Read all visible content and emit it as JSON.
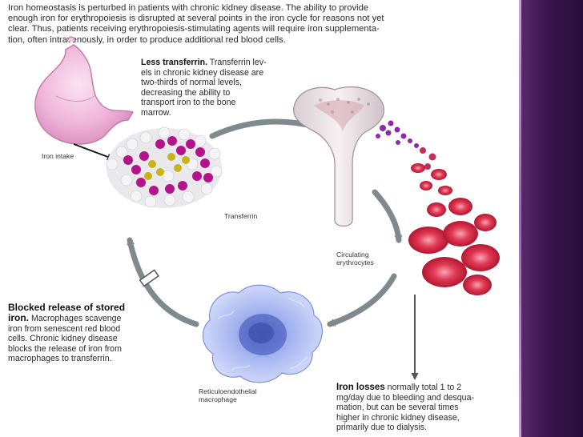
{
  "intro": {
    "lines": [
      "Iron homeostasis is perturbed in patients with chronic kidney disease. The ability to provide",
      "enough iron for erythropoiesis is disrupted at several points in the iron cycle for reasons not yet",
      "clear. Thus, patients receiving erythropoiesis-stimulating agents will require iron supplementa-",
      "tion, often intravenously, in order to produce additional red blood cells."
    ]
  },
  "less_transferrin": {
    "heading": "Less transferrin.",
    "lines": [
      "Transferrin lev-",
      "els in chronic kidney disease are",
      "two-thirds of normal levels,",
      "decreasing the ability to",
      "transport iron to the bone",
      "marrow."
    ]
  },
  "blocked_release": {
    "heading_lines": [
      "Blocked release of stored",
      "iron."
    ],
    "lines": [
      "Macrophages scavenge",
      "iron from senescent red blood",
      "cells. Chronic kidney disease",
      "blocks the release of iron from",
      "macrophages to transferrin."
    ]
  },
  "iron_losses": {
    "heading": "Iron losses",
    "lines": [
      "normally total 1 to 2",
      "mg/day due to bleeding and desqua-",
      "mation, but can be several times",
      "higher in chronic kidney disease,",
      "primarily due to dialysis."
    ]
  },
  "labels": {
    "iron_intake": "Iron intake",
    "transferrin": "Transferrin",
    "circulating_1": "Circulating",
    "circulating_2": "erythrocytes",
    "macrophage_1": "Reticuloendothelial",
    "macrophage_2": "macrophage"
  },
  "colors": {
    "cycle_arrow": "#7e8a8e",
    "stomach": "#f0b6d9",
    "bone": "#efe6ea",
    "marrow": "#8b1a32",
    "rbc": "#d91f3c",
    "macrophage": "#7d8fe0",
    "transferrin_magenta": "#b3148a",
    "transferrin_yellow": "#c9b31a",
    "frame": "#3d1650"
  }
}
